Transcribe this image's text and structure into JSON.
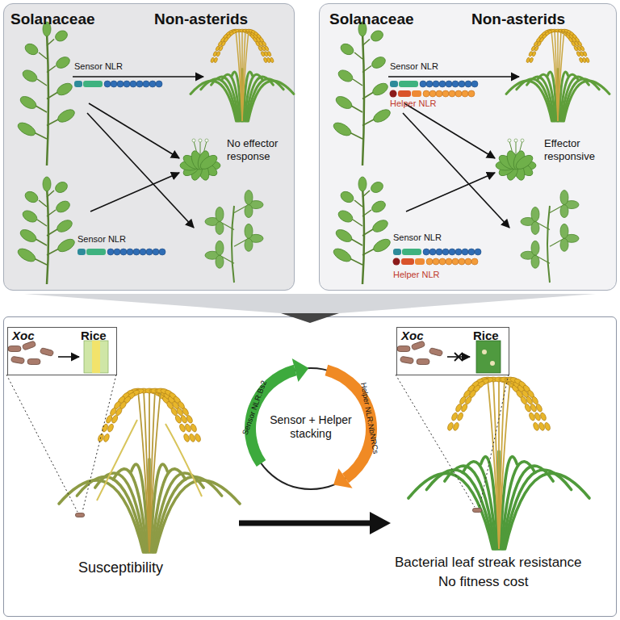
{
  "diagram": {
    "nodes": [
      {
        "text": [
          "Solanaceae",
          "Non-asterids",
          "No effector response"
        ]
      },
      {
        "text": [
          "Solanaceae",
          "Non-asterids",
          "Effector responsive"
        ]
      },
      {
        "text": [
          "Susceptibility",
          "Bacterial leaf streak resistance",
          "No fitness cost"
        ]
      },
      {
        "text": [
          "Xoc",
          "Rice"
        ],
        "in": 2
      },
      {
        "text": [
          "Sensor + Helper stacking",
          "Sensor NLR:Bs2",
          "Helper NLR:NbNRCs"
        ],
        "in": 2
      },
      {
        "text": [
          "Xoc",
          "Rice"
        ],
        "in": 2
      }
    ],
    "labels": [
      "Sensor NLR",
      "Sensor NLR",
      "Sensor NLR",
      "Helper NLR",
      "Sensor NLR",
      "Helper NLR"
    ]
  }
}
